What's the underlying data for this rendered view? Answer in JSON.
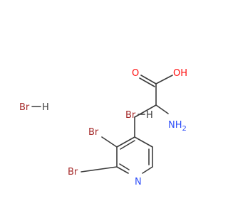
{
  "colors": {
    "bond": "#3c3c3c",
    "bromine": "#a52a2a",
    "oxygen": "#ff0d0d",
    "nitrogen": "#3050f8",
    "hydrogen": "#3c3c3c"
  },
  "molecule": {
    "hbr1": {
      "br": "Br",
      "h": "H"
    },
    "hbr2": {
      "br": "Br",
      "h": "H"
    },
    "acid": {
      "o": "O",
      "h": "H",
      "oh": "OH"
    },
    "amine": {
      "nh2": "NH",
      "sub": "2"
    },
    "ring": {
      "n": "N",
      "br_a": "Br",
      "br_b": "Br"
    }
  }
}
